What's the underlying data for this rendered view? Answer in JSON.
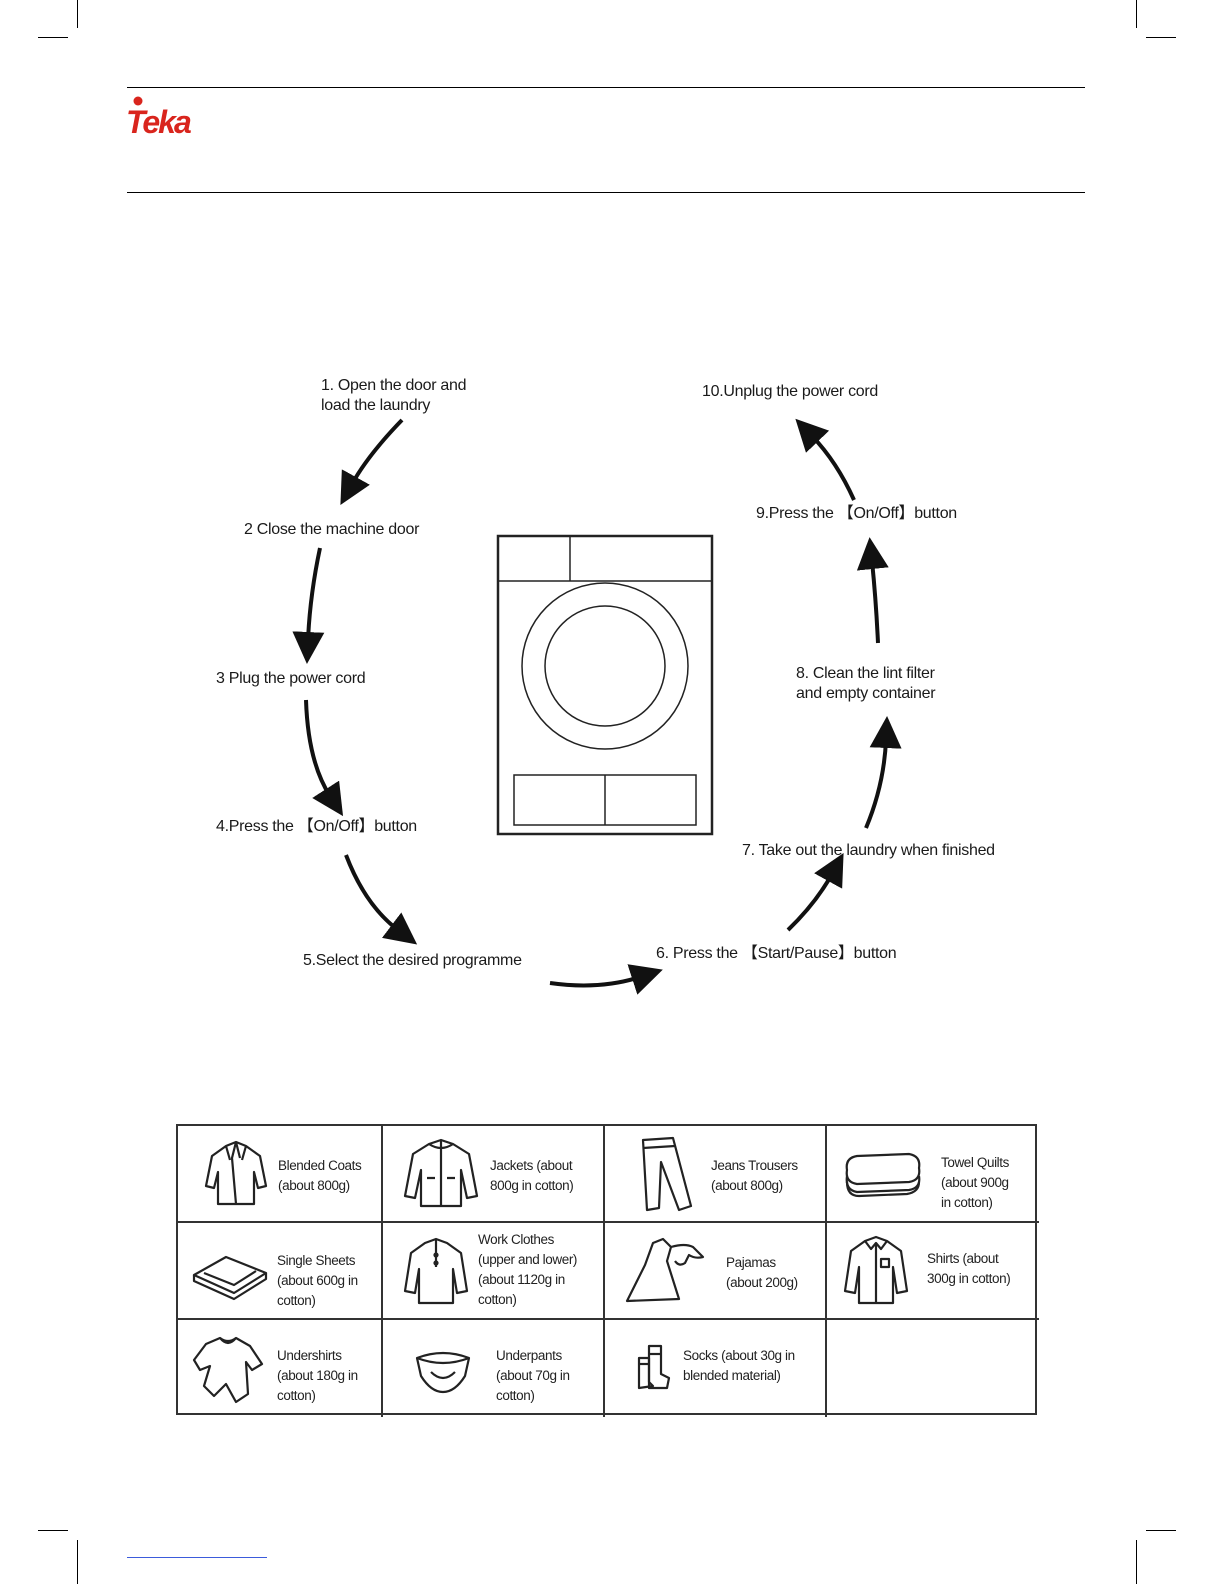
{
  "brand": {
    "logo_text": "Teka",
    "color": "#d9251d"
  },
  "cycle": {
    "steps": [
      {
        "id": 1,
        "text": "1. Open the door and\n    load the laundry"
      },
      {
        "id": 2,
        "text": "2 Close the machine door"
      },
      {
        "id": 3,
        "text": "3 Plug the power cord"
      },
      {
        "id": 4,
        "text": "4.Press the  【On/Off】button"
      },
      {
        "id": 5,
        "text": "5.Select the desired programme"
      },
      {
        "id": 6,
        "text": "6. Press the  【Start/Pause】button"
      },
      {
        "id": 7,
        "text": "7. Take out the laundry when finished"
      },
      {
        "id": 8,
        "text": "8. Clean the lint filter\nand empty container"
      },
      {
        "id": 9,
        "text": "9.Press the  【On/Off】button"
      },
      {
        "id": 10,
        "text": "10.Unplug the power cord"
      }
    ]
  },
  "laundry_table": {
    "items": [
      {
        "label": "Blended Coats\n(about 800g)",
        "icon": "coat-icon"
      },
      {
        "label": "Jackets (about\n800g in cotton)",
        "icon": "jacket-icon"
      },
      {
        "label": "Jeans Trousers\n(about 800g)",
        "icon": "trousers-icon"
      },
      {
        "label": "Towel Quilts\n(about 900g\nin cotton)",
        "icon": "towel-icon"
      },
      {
        "label": "Single Sheets\n(about 600g in\ncotton)",
        "icon": "sheets-icon"
      },
      {
        "label": "Work Clothes\n(upper and lower)\n(about 1120g in\ncotton)",
        "icon": "work-clothes-icon"
      },
      {
        "label": "Pajamas\n(about 200g)",
        "icon": "pajamas-icon"
      },
      {
        "label": "Shirts (about\n300g in cotton)",
        "icon": "shirt-icon"
      },
      {
        "label": "Undershirts\n(about 180g in\ncotton)",
        "icon": "undershirt-icon"
      },
      {
        "label": "Underpants\n(about 70g in\ncotton)",
        "icon": "underpants-icon"
      },
      {
        "label": "Socks (about 30g in\nblended material)",
        "icon": "socks-icon"
      },
      {
        "label": "",
        "icon": ""
      }
    ]
  }
}
